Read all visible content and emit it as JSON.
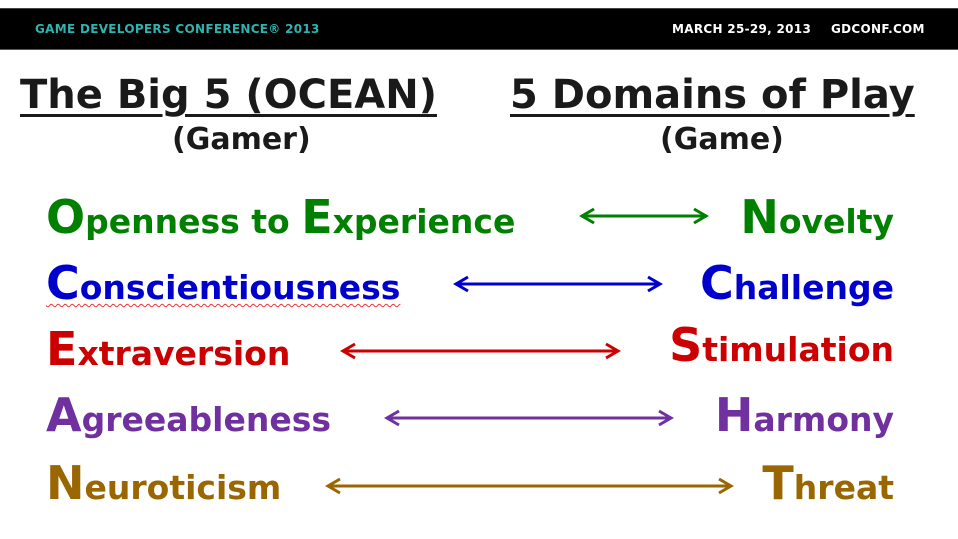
{
  "header": {
    "conference": "GAME DEVELOPERS CONFERENCE® 2013",
    "dates": "MARCH 25-29, 2013",
    "website": "GDCONF.COM"
  },
  "columns": {
    "left_title": "The Big 5 (OCEAN)",
    "left_subtitle": "(Gamer)",
    "right_title": "5 Domains of Play",
    "right_subtitle": "(Game)"
  },
  "rows": [
    {
      "left_cap": "O",
      "left_rest": "penness to ",
      "left_cap2": "E",
      "left_rest2": "xperience",
      "right_cap": "N",
      "right_rest": "ovelty",
      "color": "#008000"
    },
    {
      "left_cap": "C",
      "left_rest": "onscientiousness",
      "right_cap": "C",
      "right_rest": "hallenge",
      "color": "#0000CC"
    },
    {
      "left_cap": "E",
      "left_rest": "xtraversion",
      "right_cap": "S",
      "right_rest": "timulation",
      "color": "#CC0000"
    },
    {
      "left_cap": "A",
      "left_rest": "greeableness",
      "right_cap": "H",
      "right_rest": "armony",
      "color": "#7030A0"
    },
    {
      "left_cap": "N",
      "left_rest": "euroticism",
      "right_cap": "T",
      "right_rest": "hreat",
      "color": "#996600"
    }
  ]
}
